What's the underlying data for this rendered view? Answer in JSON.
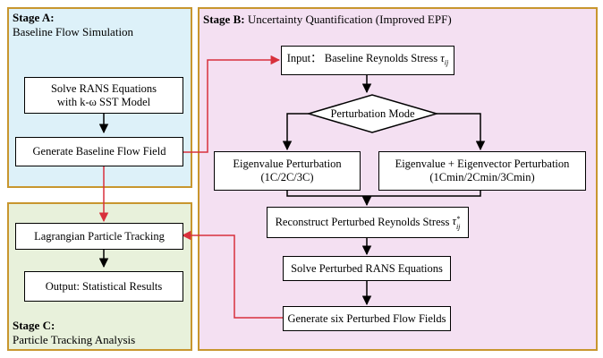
{
  "stage_a": {
    "label": "Stage A:",
    "title": "Baseline Flow Simulation",
    "solve_rans": [
      "Solve RANS Equations",
      "with k-ω SST Model"
    ],
    "generate_field": "Generate Baseline Flow Field"
  },
  "stage_b": {
    "label": "Stage B:",
    "title": "Uncertainty Quantification (Improved EPF)",
    "input": "Input： Baseline Reynolds Stress",
    "input_symbol": "τ",
    "input_subscript": "ij",
    "perturbation_mode": "Perturbation Mode",
    "eigenvalue": [
      "Eigenvalue Perturbation",
      "(1C/2C/3C)"
    ],
    "eigenvector": [
      "Eigenvalue + Eigenvector Perturbation",
      "(1Cmin/2Cmin/3Cmin)"
    ],
    "reconstruct": "Reconstruct Perturbed Reynolds Stress",
    "reconstruct_symbol": "τ",
    "reconstruct_superscript": "*",
    "reconstruct_subscript": "ij",
    "solve_perturbed": "Solve Perturbed RANS Equations",
    "generate_six": "Generate six Perturbed Flow Fields"
  },
  "stage_c": {
    "label": "Stage C:",
    "title": "Particle Tracking Analysis",
    "lagrangian": "Lagrangian Particle Tracking",
    "output": "Output: Statistical Results"
  },
  "colors": {
    "stage_a_fill": "#ddf1f9",
    "stage_b_fill": "#f4e0f2",
    "stage_c_fill": "#e8f1db",
    "stage_border": "#c8962e",
    "cross_stage_arrow": "#d8303c",
    "flow_arrow": "#000000"
  }
}
